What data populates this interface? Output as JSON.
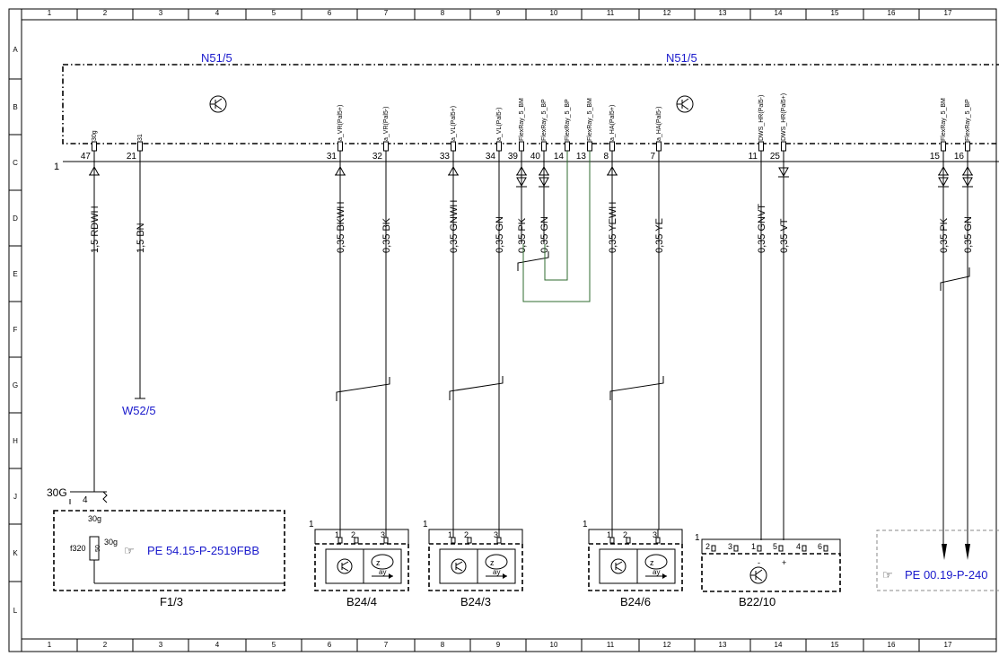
{
  "grid": {
    "cols": [
      "1",
      "2",
      "3",
      "4",
      "5",
      "6",
      "7",
      "8",
      "9",
      "10",
      "11",
      "12",
      "13",
      "14",
      "15",
      "16",
      "17"
    ],
    "rows": [
      "A",
      "B",
      "C",
      "D",
      "E",
      "F",
      "G",
      "H",
      "J",
      "K",
      "L"
    ]
  },
  "module": {
    "label_left": "N51/5",
    "label_right": "N51/5",
    "connector_number": "1"
  },
  "pins": [
    {
      "num": "47",
      "sig": "30g",
      "wire": "1,5 RDWH",
      "dir": "up"
    },
    {
      "num": "21",
      "sig": "31",
      "wire": "1,5 BN",
      "dir": "none"
    },
    {
      "num": "31",
      "sig": "a_VR(Pal5+)",
      "wire": "0,35 BKWH",
      "dir": "up"
    },
    {
      "num": "32",
      "sig": "a_VR(Pal5-)",
      "wire": "0,35 BK",
      "dir": "none"
    },
    {
      "num": "33",
      "sig": "a_VL(Pal5+)",
      "wire": "0,35 GNWH",
      "dir": "up"
    },
    {
      "num": "34",
      "sig": "a_VL(Pal5-)",
      "wire": "0,35 GN",
      "dir": "none"
    },
    {
      "num": "39",
      "sig": "FlexRay_5_BM",
      "wire": "0,35 PK",
      "dir": "both"
    },
    {
      "num": "40",
      "sig": "FlexRay_5_BP",
      "wire": "0,35 GN",
      "dir": "both"
    },
    {
      "num": "14",
      "sig": "FlexRay_5_BP",
      "wire": "",
      "dir": "none"
    },
    {
      "num": "13",
      "sig": "FlexRay_5_BM",
      "wire": "",
      "dir": "none"
    },
    {
      "num": "8",
      "sig": "a_HA(Pal5+)",
      "wire": "0,35 YEWH",
      "dir": "up"
    },
    {
      "num": "7",
      "sig": "a_HA(Pal5-)",
      "wire": "0,35 YE",
      "dir": "none"
    },
    {
      "num": "11",
      "sig": "DWS_HR(Pal5-)",
      "wire": "0,35 GNVT",
      "dir": "none"
    },
    {
      "num": "25",
      "sig": "DWS_HR(Pal5+)",
      "wire": "0,35 VT",
      "dir": "down"
    },
    {
      "num": "15",
      "sig": "FlexRay_5_BM",
      "wire": "0,35 PK",
      "dir": "both"
    },
    {
      "num": "16",
      "sig": "FlexRay_5_BP",
      "wire": "0,35 GN",
      "dir": "both"
    }
  ],
  "components": {
    "w52": {
      "label": "W52/5"
    },
    "f13": {
      "label": "F1/3",
      "terminal": "30G",
      "pin": "4",
      "pin_top": "30g",
      "fuse": "f320",
      "fuse_value": "30g",
      "fuse_rating": "50",
      "ref": "PE 54.15-P-2519FBB"
    },
    "b244": {
      "label": "B24/4",
      "conn": "1",
      "pins": [
        "1",
        "2",
        "3"
      ],
      "ay": "ay"
    },
    "b243": {
      "label": "B24/3",
      "conn": "1",
      "pins": [
        "1",
        "2",
        "3"
      ],
      "ay": "ay"
    },
    "b246": {
      "label": "B24/6",
      "conn": "1",
      "pins": [
        "1",
        "2",
        "3"
      ],
      "ay": "ay"
    },
    "b2210": {
      "label": "B22/10",
      "conn": "1",
      "pins": [
        "2",
        "3",
        "1",
        "5",
        "4",
        "6"
      ],
      "minus": "-",
      "plus": "+"
    },
    "pe_right": {
      "ref": "PE 00.19-P-240"
    }
  },
  "colors": {
    "line": "#000000",
    "label": "#1a1acc",
    "flexray": "#2f6b2f",
    "grid": "#555555"
  }
}
